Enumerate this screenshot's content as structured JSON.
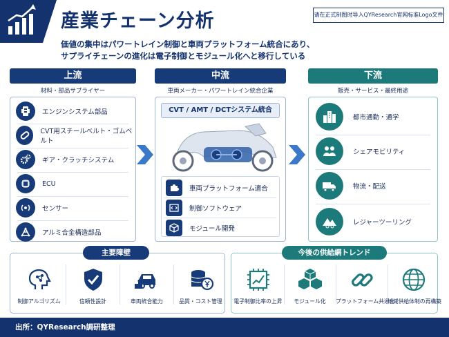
{
  "header": {
    "title": "産業チェーン分析",
    "logo_note": "请在正式制图时导入QYResearch官网标准Logo文件",
    "subtitle_line1": "価値の集中はパワートレイン制御と車両プラットフォーム統合にあり、",
    "subtitle_line2": "サプライチェーンの進化は電子制御とモジュール化へと移行している"
  },
  "upstream": {
    "heading": "上流",
    "subheading": "材料・部品サプライヤー",
    "items": [
      {
        "label": "エンジンシステム部品",
        "icon": "engine-icon"
      },
      {
        "label": "CVT用スチールベルト・ゴムベルト",
        "icon": "belt-icon"
      },
      {
        "label": "ギア・クラッチシステム",
        "icon": "gear-icon"
      },
      {
        "label": "ECU",
        "icon": "chip-icon"
      },
      {
        "label": "センサー",
        "icon": "sensor-icon"
      },
      {
        "label": "アルミ合金構造部品",
        "icon": "frame-icon"
      }
    ]
  },
  "midstream": {
    "heading": "中流",
    "subheading": "車両メーカー・パワートレイン統合企業",
    "banner": "CVT / AMT / DCTシステム統合",
    "items": [
      {
        "label": "車両プラットフォーム適合",
        "icon": "puzzle-icon"
      },
      {
        "label": "制御ソフトウェア",
        "icon": "code-icon"
      },
      {
        "label": "モジュール開発",
        "icon": "cube-icon"
      }
    ]
  },
  "downstream": {
    "heading": "下流",
    "subheading": "販売・サービス・最終用途",
    "items": [
      {
        "label": "都市通勤・通学",
        "icon": "city-icon"
      },
      {
        "label": "シェアモビリティ",
        "icon": "people-icon"
      },
      {
        "label": "物流・配送",
        "icon": "truck-icon"
      },
      {
        "label": "レジャーツーリング",
        "icon": "mountain-icon"
      }
    ]
  },
  "barriers": {
    "heading": "主要障壁",
    "items": [
      {
        "label": "制御アルゴリズム",
        "icon": "brain-icon"
      },
      {
        "label": "信頼性設計",
        "icon": "shield-check-icon"
      },
      {
        "label": "車両統合能力",
        "icon": "car-puzzle-icon"
      },
      {
        "label": "品質・コスト管理",
        "icon": "coin-stack-icon"
      }
    ]
  },
  "trends": {
    "heading": "今後の供給網トレンド",
    "items": [
      {
        "label": "電子制御比率の上昇",
        "icon": "chip-chart-icon"
      },
      {
        "label": "モジュール化",
        "icon": "cubes-icon"
      },
      {
        "label": "プラットフォーム共通化",
        "icon": "link-icon"
      },
      {
        "label": "地域供給体制の再構築",
        "icon": "globe-icon"
      }
    ]
  },
  "footer": {
    "source": "出所：QYResearch調研整理"
  },
  "colors": {
    "navy": "#14326e",
    "teal": "#1d7a7a",
    "arrow": "#3a78c8"
  }
}
